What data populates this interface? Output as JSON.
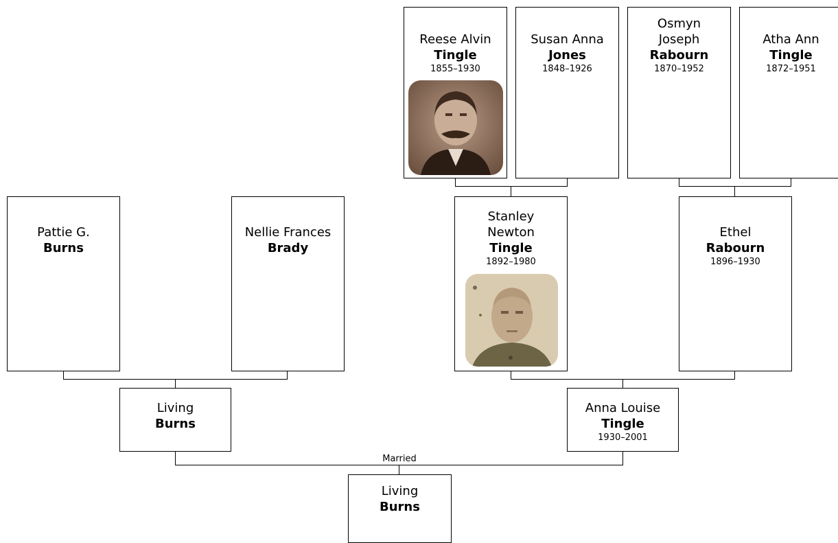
{
  "people": {
    "reese": {
      "given": "Reese Alvin",
      "surname": "Tingle",
      "dates": "1855–1930"
    },
    "susan": {
      "given": "Susan Anna",
      "surname": "Jones",
      "dates": "1848–1926"
    },
    "osmyn": {
      "given": "Osmyn Joseph",
      "surname": "Rabourn",
      "dates": "1870–1952"
    },
    "atha": {
      "given": "Atha Ann",
      "surname": "Tingle",
      "dates": "1872–1951"
    },
    "pattie": {
      "given": "Pattie G.",
      "surname": "Burns",
      "dates": ""
    },
    "nellie": {
      "given": "Nellie Frances",
      "surname": "Brady",
      "dates": ""
    },
    "stanley": {
      "given": "Stanley Newton",
      "surname": "Tingle",
      "dates": "1892–1980"
    },
    "ethel": {
      "given": "Ethel",
      "surname": "Rabourn",
      "dates": "1896–1930"
    },
    "living_parent": {
      "given": "Living",
      "surname": "Burns",
      "dates": ""
    },
    "anna": {
      "given": "Anna Louise",
      "surname": "Tingle",
      "dates": "1930–2001"
    },
    "living_root": {
      "given": "Living",
      "surname": "Burns",
      "dates": ""
    }
  },
  "relationship_label": "Married"
}
